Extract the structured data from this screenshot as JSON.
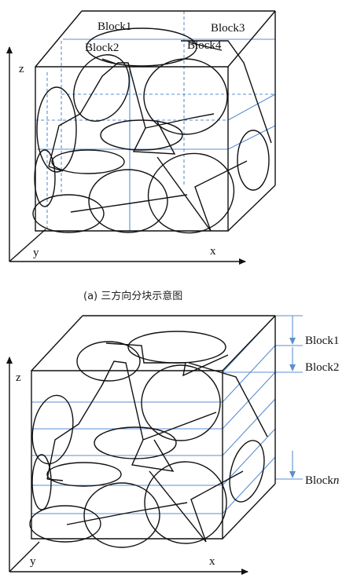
{
  "colors": {
    "line": "#111111",
    "partition": "#5b8fd0"
  },
  "panel_a": {
    "block_labels": [
      "Block1",
      "Block2",
      "Block3",
      "Block4"
    ],
    "axis_z": "z",
    "axis_y": "y",
    "axis_x": "x",
    "caption": "(a) 三方向分块示意图"
  },
  "panel_b": {
    "block_label_1": "Block1",
    "block_label_2": "Block2",
    "block_label_n_prefix": "Block",
    "block_label_n_suffix": "n",
    "axis_z": "z",
    "axis_y": "y",
    "axis_x": "x"
  }
}
